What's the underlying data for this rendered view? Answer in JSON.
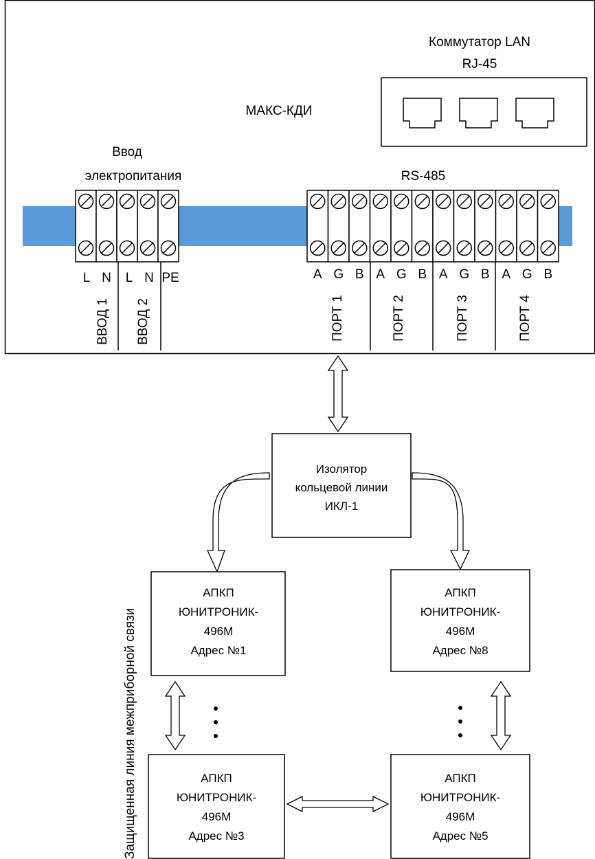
{
  "device": {
    "name": "МАКС-КДИ",
    "lan_switch": {
      "title_line1": "Коммутатор LAN",
      "title_line2": "RJ-45",
      "ports_count": 3
    },
    "power_input": {
      "title_line1": "Ввод",
      "title_line2": "электропитания",
      "terminals": [
        "L",
        "N",
        "L",
        "N",
        "PE"
      ],
      "groups": [
        "ВВОД 1",
        "ВВОД 2"
      ]
    },
    "rs485": {
      "title": "RS-485",
      "terminals": [
        "A",
        "G",
        "B",
        "A",
        "G",
        "B",
        "A",
        "G",
        "B",
        "A",
        "G",
        "B"
      ],
      "ports": [
        "ПОРТ 1",
        "ПОРТ 2",
        "ПОРТ 3",
        "ПОРТ 4"
      ]
    }
  },
  "isolator": {
    "line1": "Изолятор",
    "line2": "кольцевой линии",
    "line3": "ИКЛ-1"
  },
  "nodes": [
    {
      "line1": "АПКП",
      "line2": "ЮНИТРОНИК-",
      "line3": "496М",
      "line4": "Адрес №1"
    },
    {
      "line1": "АПКП",
      "line2": "ЮНИТРОНИК-",
      "line3": "496М",
      "line4": "Адрес №8"
    },
    {
      "line1": "АПКП",
      "line2": "ЮНИТРОНИК-",
      "line3": "496М",
      "line4": "Адрес №3"
    },
    {
      "line1": "АПКП",
      "line2": "ЮНИТРОНИК-",
      "line3": "496М",
      "line4": "Адрес №5"
    }
  ],
  "side_label": "Защищенная линия межприборной связи",
  "colors": {
    "din_rail": "#5b9bd5",
    "stroke": "#000000",
    "background": "#ffffff"
  }
}
